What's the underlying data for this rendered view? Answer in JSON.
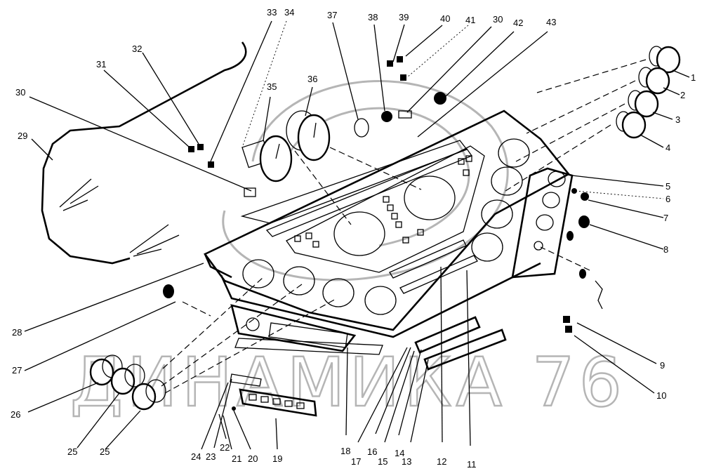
{
  "watermark": "ДИНАМИКА 76",
  "callouts": [
    {
      "id": "c1",
      "label": "1"
    },
    {
      "id": "c2",
      "label": "2"
    },
    {
      "id": "c3",
      "label": "3"
    },
    {
      "id": "c4",
      "label": "4"
    },
    {
      "id": "c5",
      "label": "5"
    },
    {
      "id": "c6",
      "label": "6"
    },
    {
      "id": "c7",
      "label": "7"
    },
    {
      "id": "c8",
      "label": "8"
    },
    {
      "id": "c9",
      "label": "9"
    },
    {
      "id": "c10",
      "label": "10"
    },
    {
      "id": "c11",
      "label": "11"
    },
    {
      "id": "c12",
      "label": "12"
    },
    {
      "id": "c13",
      "label": "13"
    },
    {
      "id": "c14",
      "label": "14"
    },
    {
      "id": "c15",
      "label": "15"
    },
    {
      "id": "c16",
      "label": "16"
    },
    {
      "id": "c17",
      "label": "17"
    },
    {
      "id": "c18",
      "label": "18"
    },
    {
      "id": "c19",
      "label": "19"
    },
    {
      "id": "c20",
      "label": "20"
    },
    {
      "id": "c21",
      "label": "21"
    },
    {
      "id": "c22",
      "label": "22"
    },
    {
      "id": "c23",
      "label": "23"
    },
    {
      "id": "c24",
      "label": "24"
    },
    {
      "id": "c25a",
      "label": "25"
    },
    {
      "id": "c25b",
      "label": "25"
    },
    {
      "id": "c26",
      "label": "26"
    },
    {
      "id": "c27",
      "label": "27"
    },
    {
      "id": "c28",
      "label": "28"
    },
    {
      "id": "c29",
      "label": "29"
    },
    {
      "id": "c30a",
      "label": "30"
    },
    {
      "id": "c31",
      "label": "31"
    },
    {
      "id": "c32",
      "label": "32"
    },
    {
      "id": "c33",
      "label": "33"
    },
    {
      "id": "c34",
      "label": "34"
    },
    {
      "id": "c35",
      "label": "35"
    },
    {
      "id": "c36",
      "label": "36"
    },
    {
      "id": "c37",
      "label": "37"
    },
    {
      "id": "c38",
      "label": "38"
    },
    {
      "id": "c39",
      "label": "39"
    },
    {
      "id": "c40",
      "label": "40"
    },
    {
      "id": "c41",
      "label": "41"
    },
    {
      "id": "c30b",
      "label": "30"
    },
    {
      "id": "c42",
      "label": "42"
    },
    {
      "id": "c43",
      "label": "43"
    }
  ]
}
